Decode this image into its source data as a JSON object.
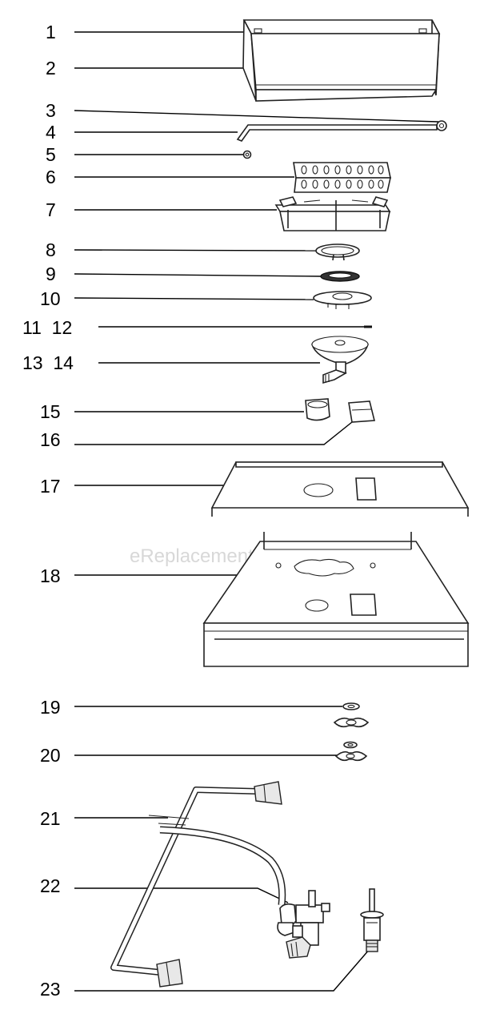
{
  "watermark": "eReplacementParts.com",
  "callouts": [
    {
      "id": "c1",
      "label": "1"
    },
    {
      "id": "c2",
      "label": "2"
    },
    {
      "id": "c3",
      "label": "3"
    },
    {
      "id": "c4",
      "label": "4"
    },
    {
      "id": "c5",
      "label": "5"
    },
    {
      "id": "c6",
      "label": "6"
    },
    {
      "id": "c7",
      "label": "7"
    },
    {
      "id": "c8",
      "label": "8"
    },
    {
      "id": "c9",
      "label": "9"
    },
    {
      "id": "c10",
      "label": "10"
    },
    {
      "id": "c11",
      "label": "11  12"
    },
    {
      "id": "c13",
      "label": "13  14"
    },
    {
      "id": "c15",
      "label": "15"
    },
    {
      "id": "c16",
      "label": "16"
    },
    {
      "id": "c17",
      "label": "17"
    },
    {
      "id": "c18",
      "label": "18"
    },
    {
      "id": "c19",
      "label": "19"
    },
    {
      "id": "c20",
      "label": "20"
    },
    {
      "id": "c21",
      "label": "21"
    },
    {
      "id": "c22",
      "label": "22"
    },
    {
      "id": "c23",
      "label": "23"
    }
  ]
}
